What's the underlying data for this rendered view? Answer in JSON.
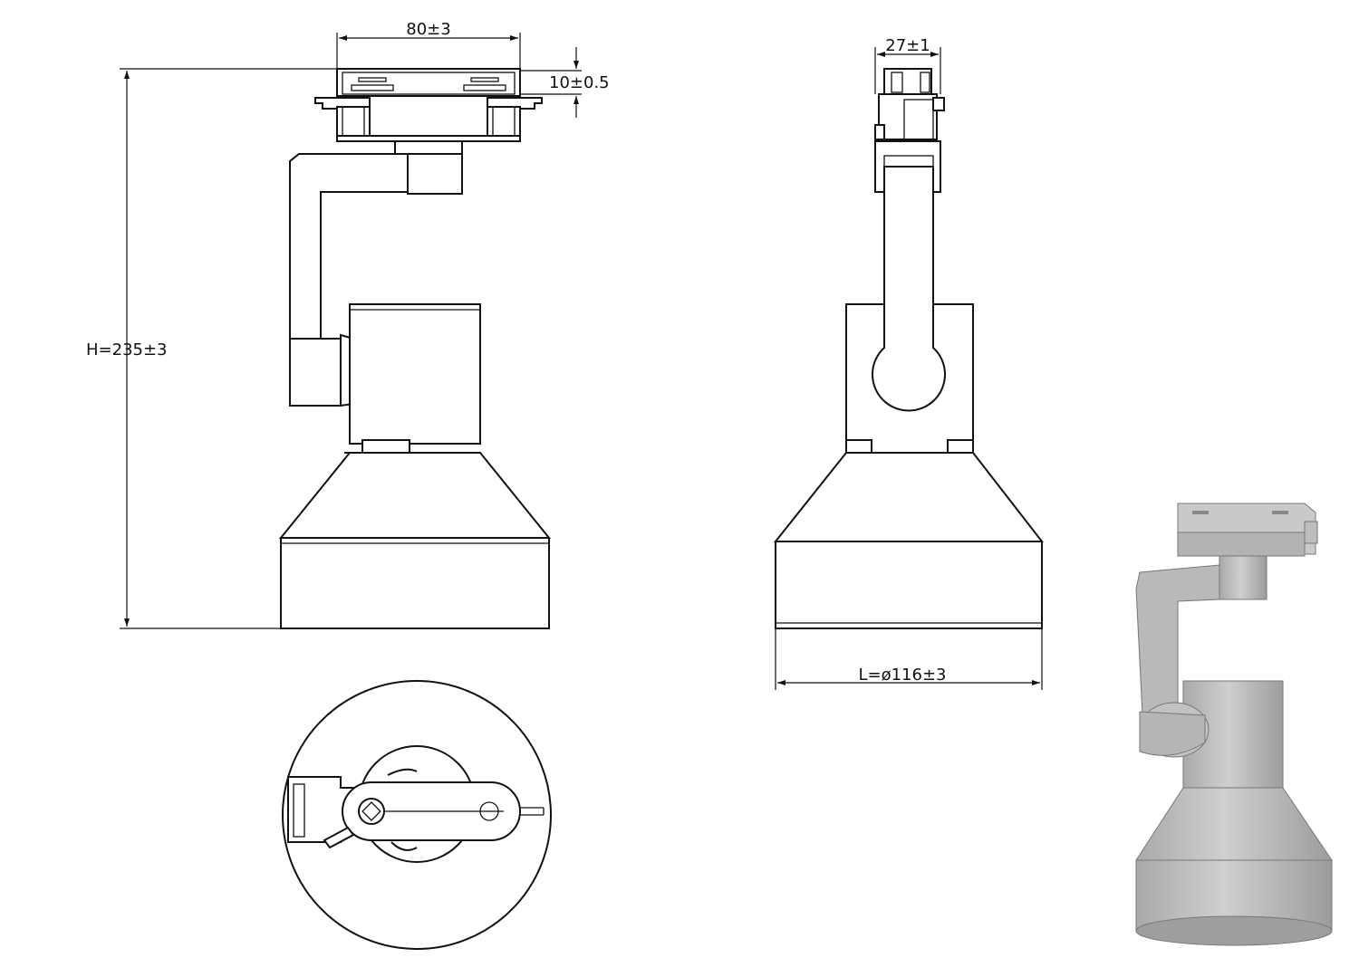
{
  "drawing": {
    "dimensions": {
      "top_width": "80±3",
      "adapter_height": "10±0.5",
      "total_height": "H=235±3",
      "side_width": "27±1",
      "diameter": "L=ø116±3"
    }
  },
  "colors": {
    "line": "#111111",
    "render_body": "#b8b8b8",
    "render_shade": "#9a9a9a",
    "render_light": "#d4d4d4"
  }
}
